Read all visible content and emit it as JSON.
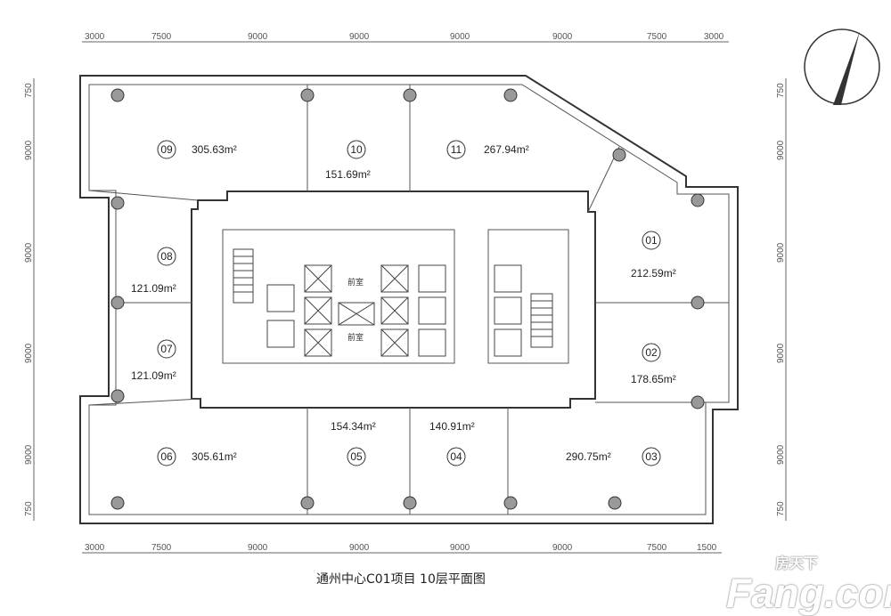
{
  "title": "通州中心C01项目 10层平面图",
  "watermark": {
    "brand": "Fang.com",
    "cn": "房天下"
  },
  "dimensions": {
    "top": [
      "3000",
      "7500",
      "9000",
      "9000",
      "9000",
      "9000",
      "7500",
      "3000"
    ],
    "bottom": [
      "3000",
      "7500",
      "9000",
      "9000",
      "9000",
      "9000",
      "7500",
      "1500"
    ],
    "left": [
      "750",
      "9000",
      "9000",
      "9000",
      "9000",
      "750"
    ],
    "right": [
      "750",
      "9000",
      "9000",
      "9000",
      "9000",
      "750"
    ]
  },
  "units": [
    {
      "id": "01",
      "area": "212.59m²"
    },
    {
      "id": "02",
      "area": "178.65m²"
    },
    {
      "id": "03",
      "area": "290.75m²"
    },
    {
      "id": "04",
      "area": "140.91m²"
    },
    {
      "id": "05",
      "area": "154.34m²"
    },
    {
      "id": "06",
      "area": "305.61m²"
    },
    {
      "id": "07",
      "area": "121.09m²"
    },
    {
      "id": "08",
      "area": "121.09m²"
    },
    {
      "id": "09",
      "area": "305.63m²"
    },
    {
      "id": "10",
      "area": "151.69m²"
    },
    {
      "id": "11",
      "area": "267.94m²"
    }
  ],
  "core_labels": [
    "前室",
    "前室"
  ]
}
